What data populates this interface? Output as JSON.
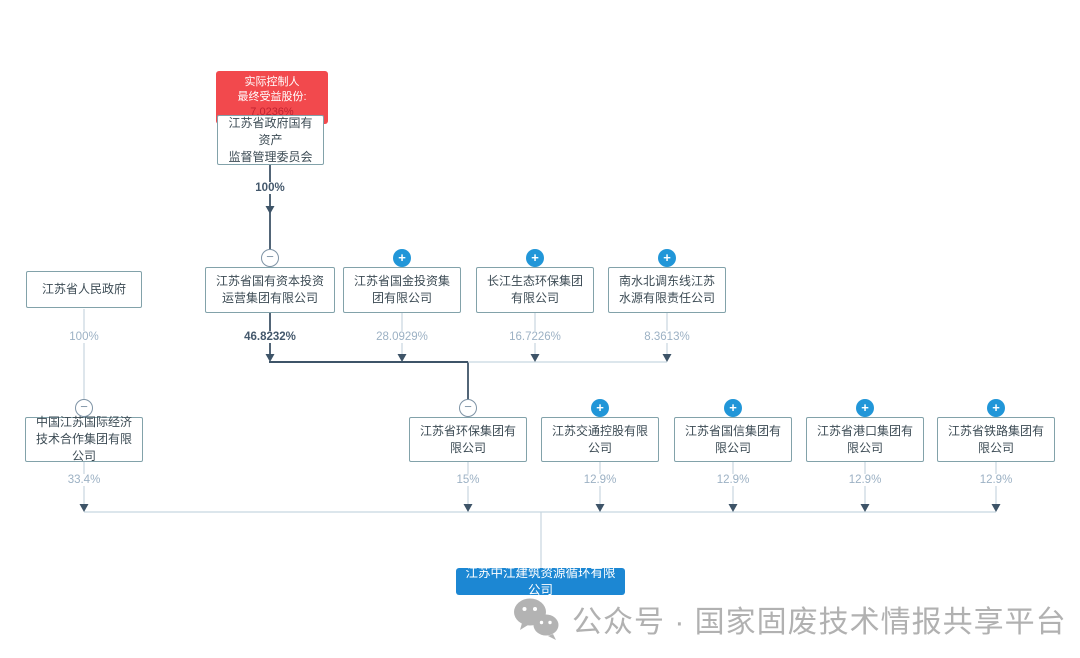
{
  "diagram": {
    "controller_tooltip": {
      "line1": "实际控制人",
      "line2_label": "最终受益股份:",
      "line2_value": "7.0236%"
    },
    "root": {
      "name": "江苏省政府国有资产\n监督管理委员会",
      "percent": "100%"
    },
    "level1": [
      {
        "name": "江苏省人民政府",
        "percent": "100%",
        "badge_glyph": ""
      },
      {
        "name": "江苏省国有资本投资运营集团有限公司",
        "percent": "46.8232%",
        "badge_glyph": "−"
      },
      {
        "name": "江苏省国金投资集团有限公司",
        "percent": "28.0929%",
        "badge_glyph": "+"
      },
      {
        "name": "长江生态环保集团有限公司",
        "percent": "16.7226%",
        "badge_glyph": "+"
      },
      {
        "name": "南水北调东线江苏水源有限责任公司",
        "percent": "8.3613%",
        "badge_glyph": "+"
      }
    ],
    "level2": [
      {
        "name": "中国江苏国际经济技术合作集团有限公司",
        "percent": "33.4%",
        "badge_glyph": "−"
      },
      {
        "name": "江苏省环保集团有限公司",
        "percent": "15%",
        "badge_glyph": "−"
      },
      {
        "name": "江苏交通控股有限公司",
        "percent": "12.9%",
        "badge_glyph": "+"
      },
      {
        "name": "江苏省国信集团有限公司",
        "percent": "12.9%",
        "badge_glyph": "+"
      },
      {
        "name": "江苏省港口集团有限公司",
        "percent": "12.9%",
        "badge_glyph": "+"
      },
      {
        "name": "江苏省铁路集团有限公司",
        "percent": "12.9%",
        "badge_glyph": "+"
      }
    ],
    "target": {
      "name": "江苏中江建筑资源循环有限公司"
    },
    "colors": {
      "controller_badge_red": "#f2494d",
      "plus_blue": "#2196d8",
      "target_blue": "#1c87d3",
      "dark_line": "#3e5468",
      "light_line": "#c7d6e0",
      "box_border": "#82a2aa",
      "watermark_gray": "#b1b1b1"
    }
  },
  "watermark": {
    "icon": "wechat-icon",
    "text": "公众号 · 国家固废技术情报共享平台"
  }
}
